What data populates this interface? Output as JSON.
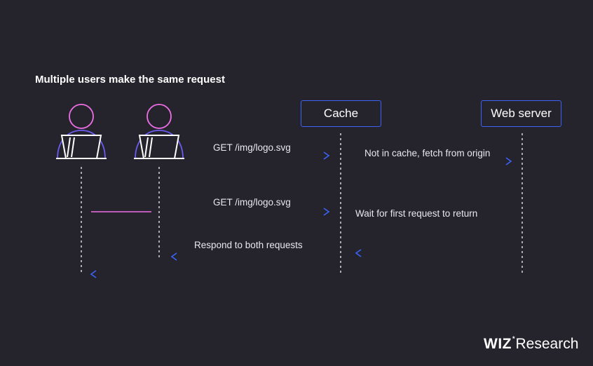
{
  "title": "Multiple users make the same request",
  "nodes": {
    "cache": "Cache",
    "web_server": "Web server"
  },
  "messages": {
    "req1": "GET /img/logo.svg",
    "origin_fetch": "Not in cache, fetch from origin",
    "req2": "GET /img/logo.svg",
    "wait_note": "Wait for first request to return",
    "respond": "Respond to both requests"
  },
  "logo": {
    "brand": "WIZ",
    "star": "*",
    "product": "Research"
  },
  "colors": {
    "background": "#25232c",
    "accent_blue": "#3b63f5",
    "accent_pink": "#ee6fe6",
    "lifeline": "#d8d8de"
  },
  "icons": [
    "user-with-laptop-icon",
    "user-with-laptop-icon"
  ]
}
